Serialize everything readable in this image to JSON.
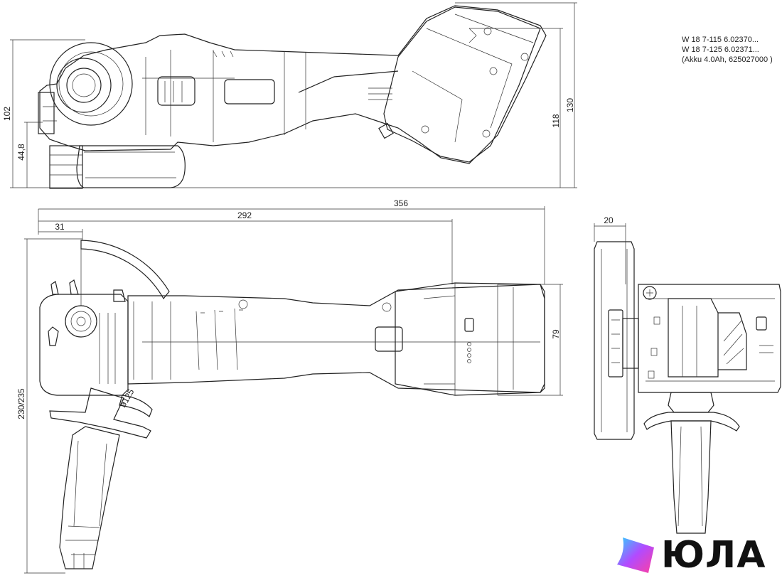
{
  "spec": {
    "line1": "W 18 7-115   6.02370...",
    "line2": "W 18 7-125   6.02371...",
    "line3": "(Akku 4.0Ah, 625027000 )"
  },
  "dimensions": {
    "d102": "102",
    "d44_8": "44,8",
    "d118": "118",
    "d130": "130",
    "d356": "356",
    "d292": "292",
    "d31": "31",
    "d79": "79",
    "d230_235": "230/235",
    "d20": "20",
    "disc": "ø125"
  },
  "logo": {
    "text": "ЮЛА",
    "color_a": "#2ad4ff",
    "color_b": "#b14bff",
    "color_c": "#ff3fa0"
  }
}
